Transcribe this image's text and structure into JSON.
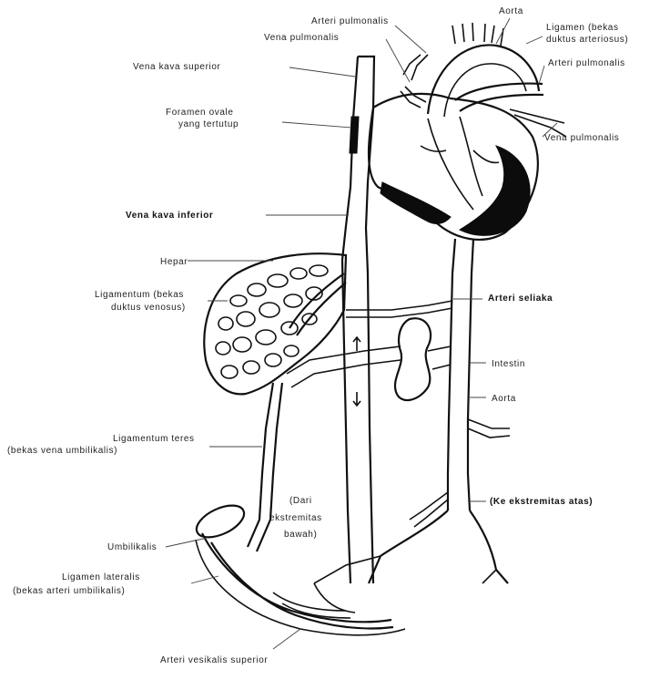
{
  "labels": {
    "arteri_pulmonalis_top": "Arteri pulmonalis",
    "vena_pulmonalis_top": "Vena pulmonalis",
    "aorta_top": "Aorta",
    "ligamen_bekas_1": "Ligamen (bekas",
    "ligamen_bekas_2": "duktus arteriosus)",
    "arteri_pulmonalis_right": "Arteri pulmonalis",
    "vena_kava_superior": "Vena kava superior",
    "foramen_ovale_1": "Foramen ovale",
    "foramen_ovale_2": "yang tertutup",
    "vena_pulmonalis_right": "Vena pulmonalis",
    "vena_kava_inferior": "Vena kava inferior",
    "hepar": "Hepar",
    "ligamentum_venosus_1": "Ligamentum (bekas",
    "ligamentum_venosus_2": "duktus venosus)",
    "arteri_seliaka": "Arteri seliaka",
    "intestin": "Intestin",
    "aorta_right": "Aorta",
    "ligamentum_teres_1": "Ligamentum teres",
    "ligamentum_teres_2": "(bekas vena umbilikalis)",
    "dari_1": "(Dari",
    "dari_2": "ekstremitas",
    "dari_3": "bawah)",
    "ke_ekstremitas": "(Ke ekstremitas atas)",
    "umbilikalis": "Umbilikalis",
    "ligamen_lateralis_1": "Ligamen lateralis",
    "ligamen_lateralis_2": "(bekas arteri umbilikalis)",
    "arteri_vesikalis": "Arteri vesikalis superior"
  }
}
